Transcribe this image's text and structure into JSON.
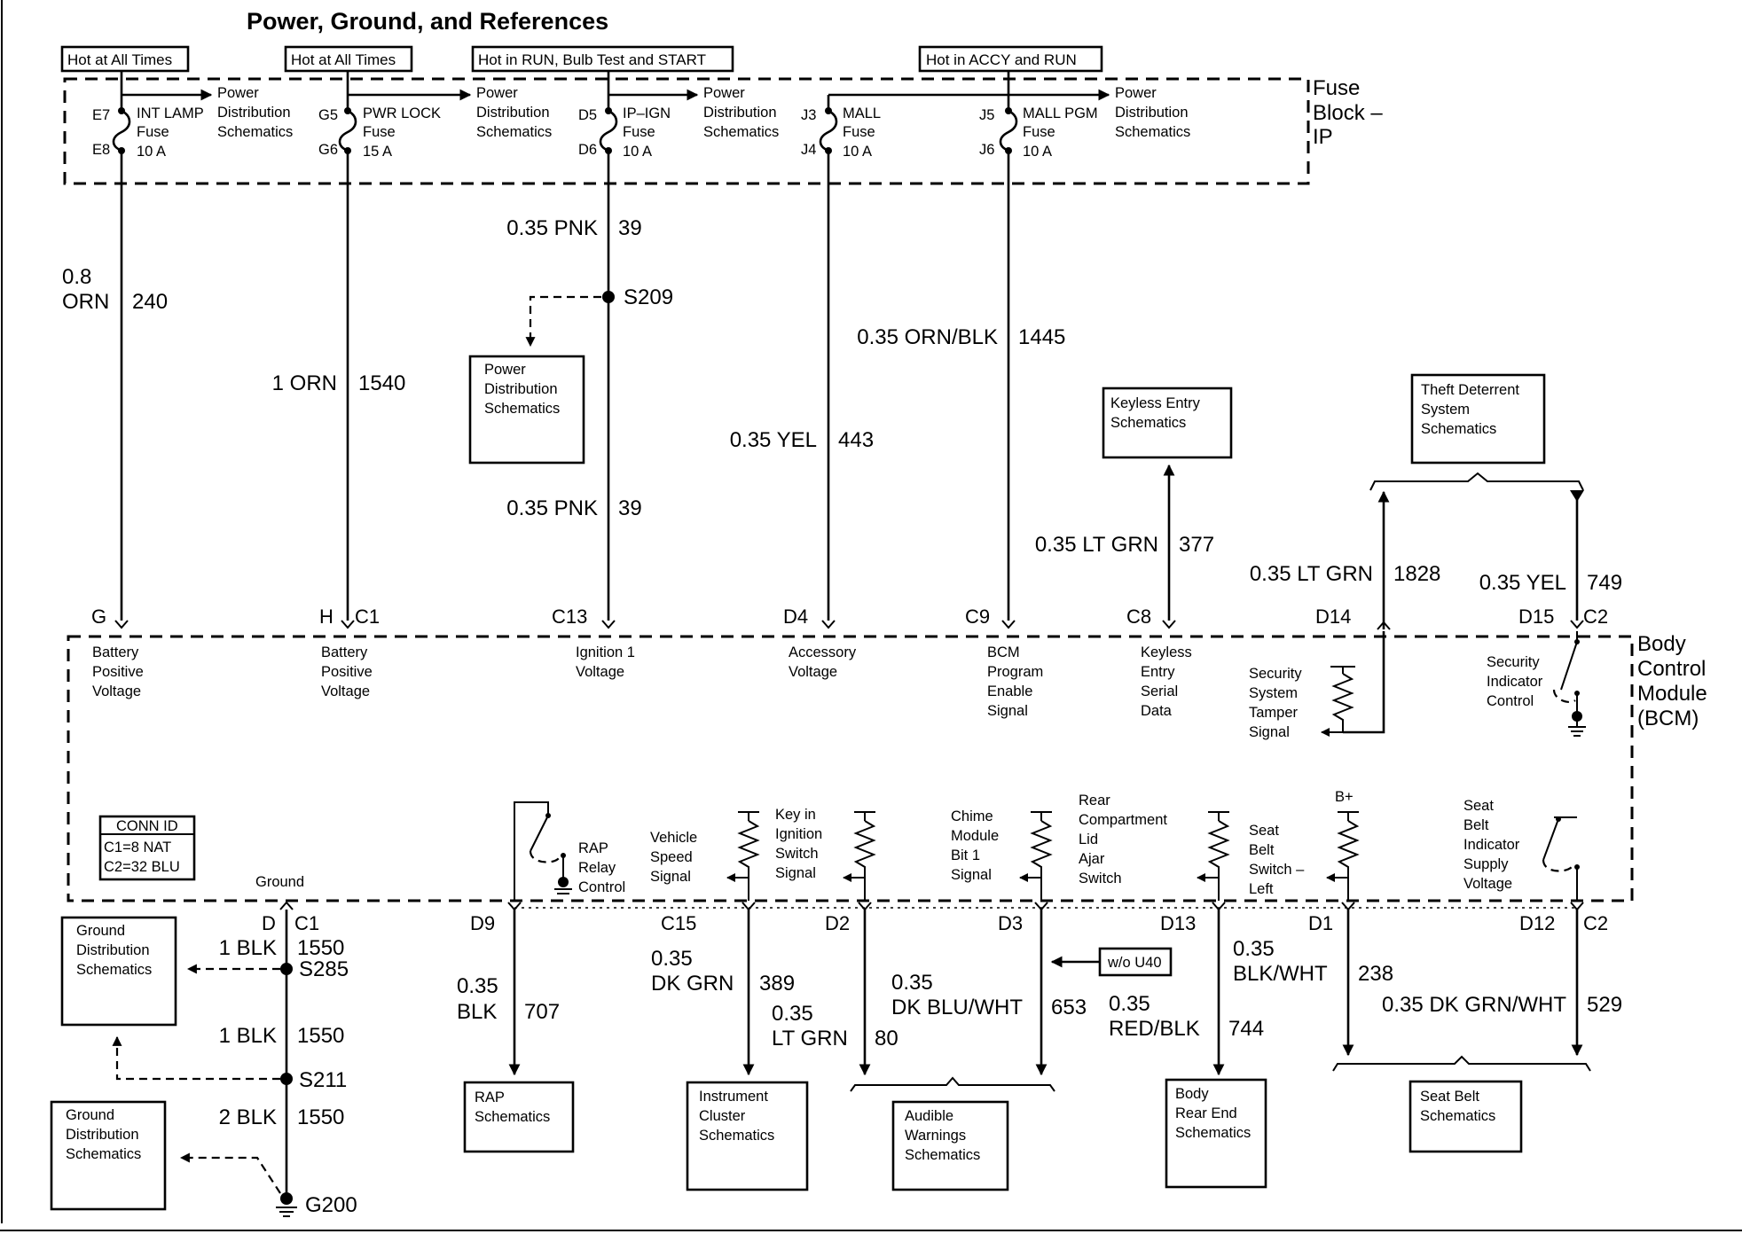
{
  "title": "Power, Ground, and References",
  "hot_labels": {
    "int_lamp": "Hot at All Times",
    "pwr_lock": "Hot at All Times",
    "ip_ign": "Hot in RUN, Bulb Test and START",
    "mall": "Hot in ACCY and RUN"
  },
  "fuse_block": {
    "line1": "Fuse",
    "line2": "Block –",
    "line3": "IP"
  },
  "fuses": {
    "int_lamp": {
      "pin_top": "E7",
      "pin_bottom": "E8",
      "name": "INT LAMP",
      "type": "Fuse",
      "rating": "10 A"
    },
    "pwr_lock": {
      "pin_top": "G5",
      "pin_bottom": "G6",
      "name": "PWR LOCK",
      "type": "Fuse",
      "rating": "15 A"
    },
    "ip_ign": {
      "pin_top": "D5",
      "pin_bottom": "D6",
      "name": "IP–IGN",
      "type": "Fuse",
      "rating": "10 A"
    },
    "mall": {
      "pin_top": "J3",
      "pin_bottom": "J4",
      "name": "MALL",
      "type": "Fuse",
      "rating": "10 A"
    },
    "mall_pgm": {
      "pin_top": "J5",
      "pin_bottom": "J6",
      "name": "MALL PGM",
      "type": "Fuse",
      "rating": "10 A"
    }
  },
  "power_dist_refs": [
    {
      "l1": "Power",
      "l2": "Distribution",
      "l3": "Schematics"
    },
    {
      "l1": "Power",
      "l2": "Distribution",
      "l3": "Schematics"
    },
    {
      "l1": "Power",
      "l2": "Distribution",
      "l3": "Schematics"
    },
    {
      "l1": "Power",
      "l2": "Distribution",
      "l3": "Schematics"
    }
  ],
  "top_wires": {
    "w240": {
      "size": "0.8",
      "color": "ORN",
      "circuit": "240"
    },
    "w1540": {
      "label": "1 ORN",
      "circuit": "1540"
    },
    "w39a": {
      "label": "0.35 PNK",
      "circuit": "39"
    },
    "w39b": {
      "label": "0.35 PNK",
      "circuit": "39"
    },
    "w443": {
      "label": "0.35 YEL",
      "circuit": "443"
    },
    "w1445": {
      "label": "0.35 ORN/BLK",
      "circuit": "1445"
    },
    "w377": {
      "label": "0.35 LT GRN",
      "circuit": "377"
    },
    "w1828": {
      "label": "0.35 LT GRN",
      "circuit": "1828"
    },
    "w749": {
      "label": "0.35 YEL",
      "circuit": "749"
    }
  },
  "splices": {
    "s209": "S209",
    "s285": "S285",
    "s211": "S211",
    "g200": "G200"
  },
  "ref_boxes": {
    "power_dist": {
      "l1": "Power",
      "l2": "Distribution",
      "l3": "Schematics"
    },
    "keyless": {
      "l1": "Keyless Entry",
      "l2": "Schematics"
    },
    "theft": {
      "l1": "Theft Deterrent",
      "l2": "System",
      "l3": "Schematics"
    },
    "ground1": {
      "l1": "Ground",
      "l2": "Distribution",
      "l3": "Schematics"
    },
    "ground2": {
      "l1": "Ground",
      "l2": "Distribution",
      "l3": "Schematics"
    },
    "rap": {
      "l1": "RAP",
      "l2": "Schematics"
    },
    "cluster": {
      "l1": "Instrument",
      "l2": "Cluster",
      "l3": "Schematics"
    },
    "audible": {
      "l1": "Audible",
      "l2": "Warnings",
      "l3": "Schematics"
    },
    "body": {
      "l1": "Body",
      "l2": "Rear End",
      "l3": "Schematics"
    },
    "seatbelt": {
      "l1": "Seat Belt",
      "l2": "Schematics"
    }
  },
  "top_pins": {
    "g": "G",
    "h": "H",
    "c1a": "C1",
    "c13": "C13",
    "d4": "D4",
    "c9": "C9",
    "c8": "C8",
    "d14": "D14",
    "d15": "D15",
    "c2a": "C2"
  },
  "bcm": {
    "l1": "Body",
    "l2": "Control",
    "l3": "Module",
    "l4": "(BCM)",
    "conn_id": {
      "title": "CONN ID",
      "c1": "C1=8 NAT",
      "c2": "C2=32 BLU"
    }
  },
  "bcm_top_labels": {
    "batt1": {
      "l1": "Battery",
      "l2": "Positive",
      "l3": "Voltage"
    },
    "batt2": {
      "l1": "Battery",
      "l2": "Positive",
      "l3": "Voltage"
    },
    "ign1": {
      "l1": "Ignition 1",
      "l2": "Voltage"
    },
    "acc": {
      "l1": "Accessory",
      "l2": "Voltage"
    },
    "bcm_prog": {
      "l1": "BCM",
      "l2": "Program",
      "l3": "Enable",
      "l4": "Signal"
    },
    "keyless_data": {
      "l1": "Keyless",
      "l2": "Entry",
      "l3": "Serial",
      "l4": "Data"
    },
    "tamper": {
      "l1": "Security",
      "l2": "System",
      "l3": "Tamper",
      "l4": "Signal"
    },
    "sec_ind": {
      "l1": "Security",
      "l2": "Indicator",
      "l3": "Control"
    }
  },
  "bcm_bottom_labels": {
    "ground": "Ground",
    "rap_relay": {
      "l1": "RAP",
      "l2": "Relay",
      "l3": "Control"
    },
    "vss": {
      "l1": "Vehicle",
      "l2": "Speed",
      "l3": "Signal"
    },
    "key_ign": {
      "l1": "Key in",
      "l2": "Ignition",
      "l3": "Switch",
      "l4": "Signal"
    },
    "chime": {
      "l1": "Chime",
      "l2": "Module",
      "l3": "Bit 1",
      "l4": "Signal"
    },
    "rear_lid": {
      "l1": "Rear",
      "l2": "Compartment",
      "l3": "Lid",
      "l4": "Ajar",
      "l5": "Switch"
    },
    "seat_belt_sw": {
      "l1": "Seat",
      "l2": "Belt",
      "l3": "Switch –",
      "l4": "Left"
    },
    "bplus": "B+",
    "seat_belt_ind": {
      "l1": "Seat",
      "l2": "Belt",
      "l3": "Indicator",
      "l4": "Supply",
      "l5": "Voltage"
    }
  },
  "bottom_pins": {
    "d": "D",
    "c1b": "C1",
    "d9": "D9",
    "c15": "C15",
    "d2": "D2",
    "d3": "D3",
    "d13": "D13",
    "d1": "D1",
    "d12": "D12",
    "c2b": "C2"
  },
  "bottom_wires": {
    "w1550a": {
      "label": "1 BLK",
      "circuit": "1550"
    },
    "w1550b": {
      "label": "1 BLK",
      "circuit": "1550"
    },
    "w1550c": {
      "label": "2 BLK",
      "circuit": "1550"
    },
    "w707": {
      "size": "0.35",
      "color": "BLK",
      "circuit": "707"
    },
    "w389": {
      "size": "0.35",
      "color": "DK GRN",
      "circuit": "389"
    },
    "w80": {
      "size": "0.35",
      "color": "LT GRN",
      "circuit": "80"
    },
    "w653": {
      "size": "0.35",
      "color": "DK BLU/WHT",
      "circuit": "653"
    },
    "w744": {
      "size": "0.35",
      "color": "RED/BLK",
      "circuit": "744"
    },
    "w238": {
      "size": "0.35",
      "color": "BLK/WHT",
      "circuit": "238"
    },
    "w529": {
      "label": "0.35 DK GRN/WHT",
      "circuit": "529"
    }
  },
  "option_tag": "w/o U40"
}
